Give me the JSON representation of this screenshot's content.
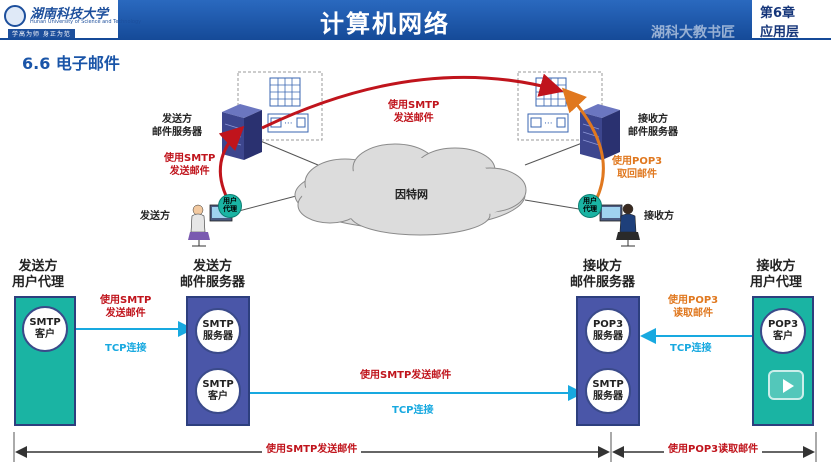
{
  "header": {
    "logo_cn": "湖南科技大学",
    "logo_en": "Hunan University of Science and Technology",
    "logo_motto": "学高为师  身正为范",
    "title": "计算机网络",
    "watermark": "湖科大教书匠",
    "chapter_num": "第6章",
    "chapter_name": "应用层"
  },
  "section_title": "6.6 电子邮件",
  "top_diagram": {
    "sender_server_label": "发送方\n邮件服务器",
    "receiver_server_label": "接收方\n邮件服务器",
    "cloud_label": "因特网",
    "sender_label": "发送方",
    "receiver_label": "接收方",
    "sender_agent": "用户\n代理",
    "receiver_agent": "用户\n代理",
    "arrow_top": "使用SMTP\n发送邮件",
    "arrow_left": "使用SMTP\n发送邮件",
    "arrow_right": "使用POP3\n取回邮件"
  },
  "bottom_diagram": {
    "col1_title": "发送方\n用户代理",
    "col2_title": "发送方\n邮件服务器",
    "col3_title": "接收方\n邮件服务器",
    "col4_title": "接收方\n用户代理",
    "c1": "SMTP\n客户",
    "c2a": "SMTP\n服务器",
    "c2b": "SMTP\n客户",
    "c3a": "POP3\n服务器",
    "c3b": "SMTP\n服务器",
    "c4": "POP3\n客户",
    "arrow1_label": "使用SMTP\n发送邮件",
    "arrow1_conn": "TCP连接",
    "arrow2_label": "使用SMTP发送邮件",
    "arrow2_conn": "TCP连接",
    "arrow3_label": "使用POP3\n读取邮件",
    "arrow3_conn": "TCP连接",
    "span_left": "使用SMTP发送邮件",
    "span_right": "使用POP3读取邮件"
  },
  "colors": {
    "header_blue": "#1d4f9c",
    "teal": "#1ab4a3",
    "navy": "#4a56a8",
    "smtp_red": "#c0141c",
    "pop3_orange": "#e0781f",
    "tcp_blue": "#18a9e0"
  },
  "icons": [
    "university-logo-icon",
    "server-icon",
    "mailbox-icon",
    "cloud-icon",
    "user-computer-icon",
    "play-icon"
  ]
}
